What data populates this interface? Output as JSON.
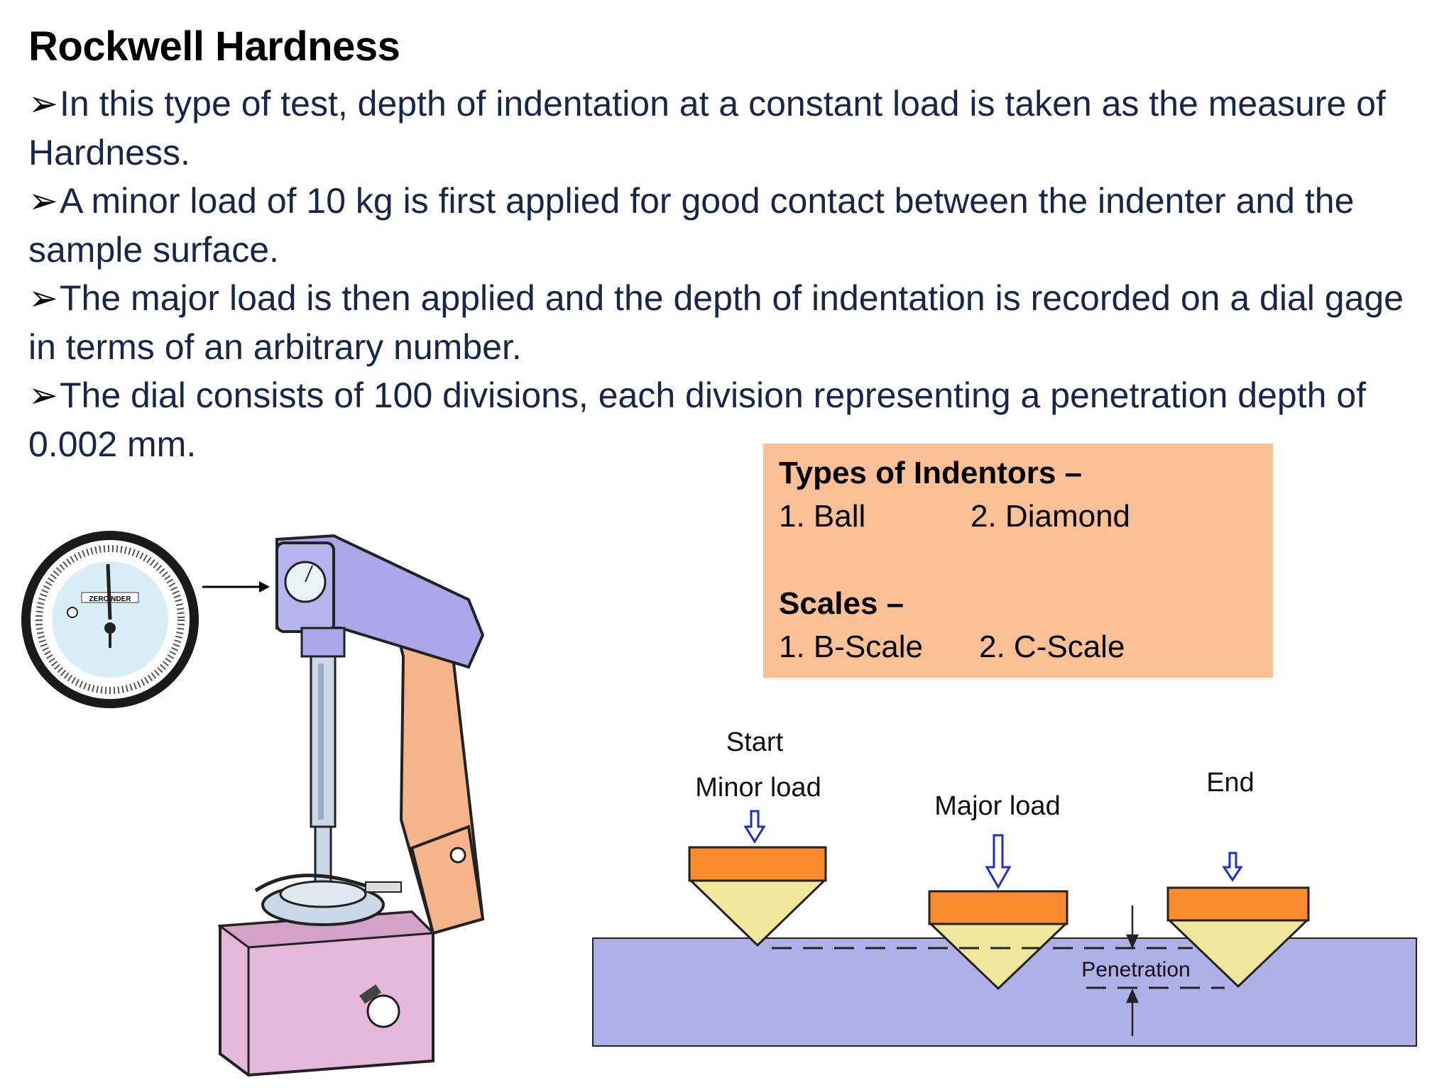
{
  "slide": {
    "title": "Rockwell Hardness",
    "bullets": [
      {
        "arrow": "➢",
        "text": "In this type of test, depth of indentation at a constant load is taken as the measure of Hardness."
      },
      {
        "arrow": "➢",
        "text": "A minor load of 10 kg is first applied for good contact between the indenter and the sample surface."
      },
      {
        "arrow": "➢",
        "text": "The major load is then applied and the depth of indentation is recorded on a dial gage in terms of an arbitrary number."
      },
      {
        "arrow": "➢",
        "text": "The dial consists of 100 divisions, each division representing a penetration depth of 0.002 mm."
      }
    ]
  },
  "infobox": {
    "indentors_heading": "Types of Indentors –",
    "indentors": [
      "1.   Ball",
      "2. Diamond"
    ],
    "scales_heading": "Scales –",
    "scales": [
      "1. B-Scale",
      "2. C-Scale"
    ],
    "background_color": "#f9bf95"
  },
  "tester_figure": {
    "dial_label": "ZEROINDER",
    "icons": [
      "dial-gauge-icon",
      "arrow-right-icon",
      "hardness-tester-machine"
    ]
  },
  "process_figure": {
    "labels": {
      "start": "Start",
      "minor_load": "Minor load",
      "major_load": "Major load",
      "end": "End",
      "penetration": "Penetration"
    },
    "colors": {
      "sample": "#aeb0e8",
      "indenter_holder": "#f98a2e",
      "indenter_tip": "#efe79c",
      "load_arrow": "#1f2fcf"
    }
  }
}
